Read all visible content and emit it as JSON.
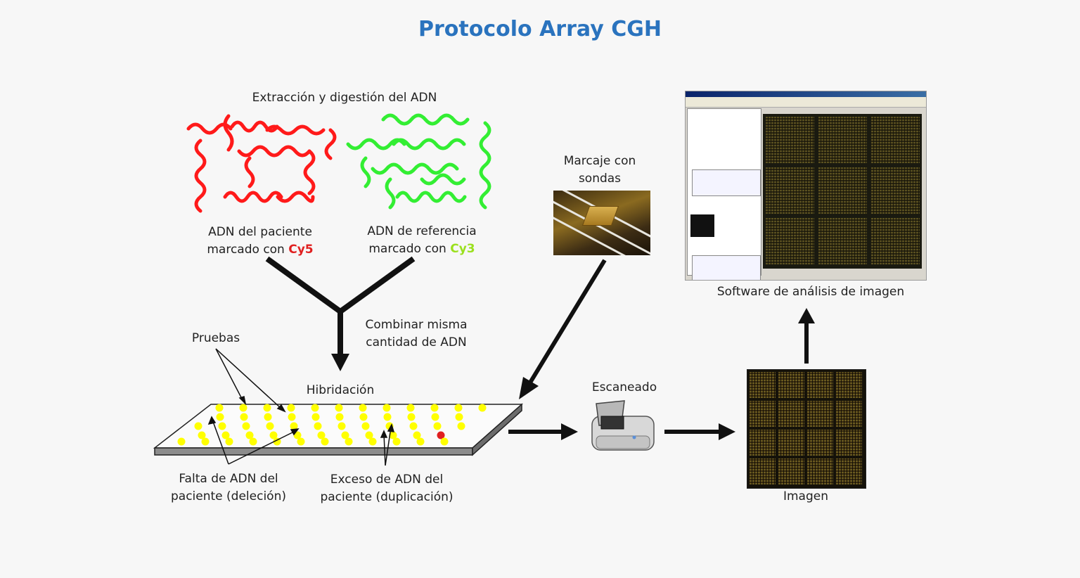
{
  "title": "Protocolo Array CGH",
  "extraction": {
    "label": "Extracción y digestión del ADN"
  },
  "patient_dna": {
    "line1": "ADN del paciente",
    "line2": "marcado con ",
    "dye": "Cy5"
  },
  "reference_dna": {
    "line1": "ADN de referencia",
    "line2": "marcado con ",
    "dye": "Cy3"
  },
  "combine": {
    "line1": "Combinar misma",
    "line2": "cantidad de ADN"
  },
  "probes_label": "Pruebas",
  "hybridization_label": "Hibridación",
  "deletion": {
    "line1": "Falta de ADN del",
    "line2": "paciente (deleción)"
  },
  "duplication": {
    "line1": "Exceso de ADN del",
    "line2": "paciente (duplicación)"
  },
  "labeling": {
    "line1": "Marcaje con",
    "line2": "sondas"
  },
  "scanning_label": "Escaneado",
  "image_label": "Imagen",
  "software_label": "Software de análisis de imagen",
  "colors": {
    "title": "#2a73be",
    "cy5_red": "#e02020",
    "cy3_green": "#9be01e",
    "strand_green": "#3cf03c",
    "probe_yellow": "#ffff00",
    "arrow": "#111111"
  }
}
